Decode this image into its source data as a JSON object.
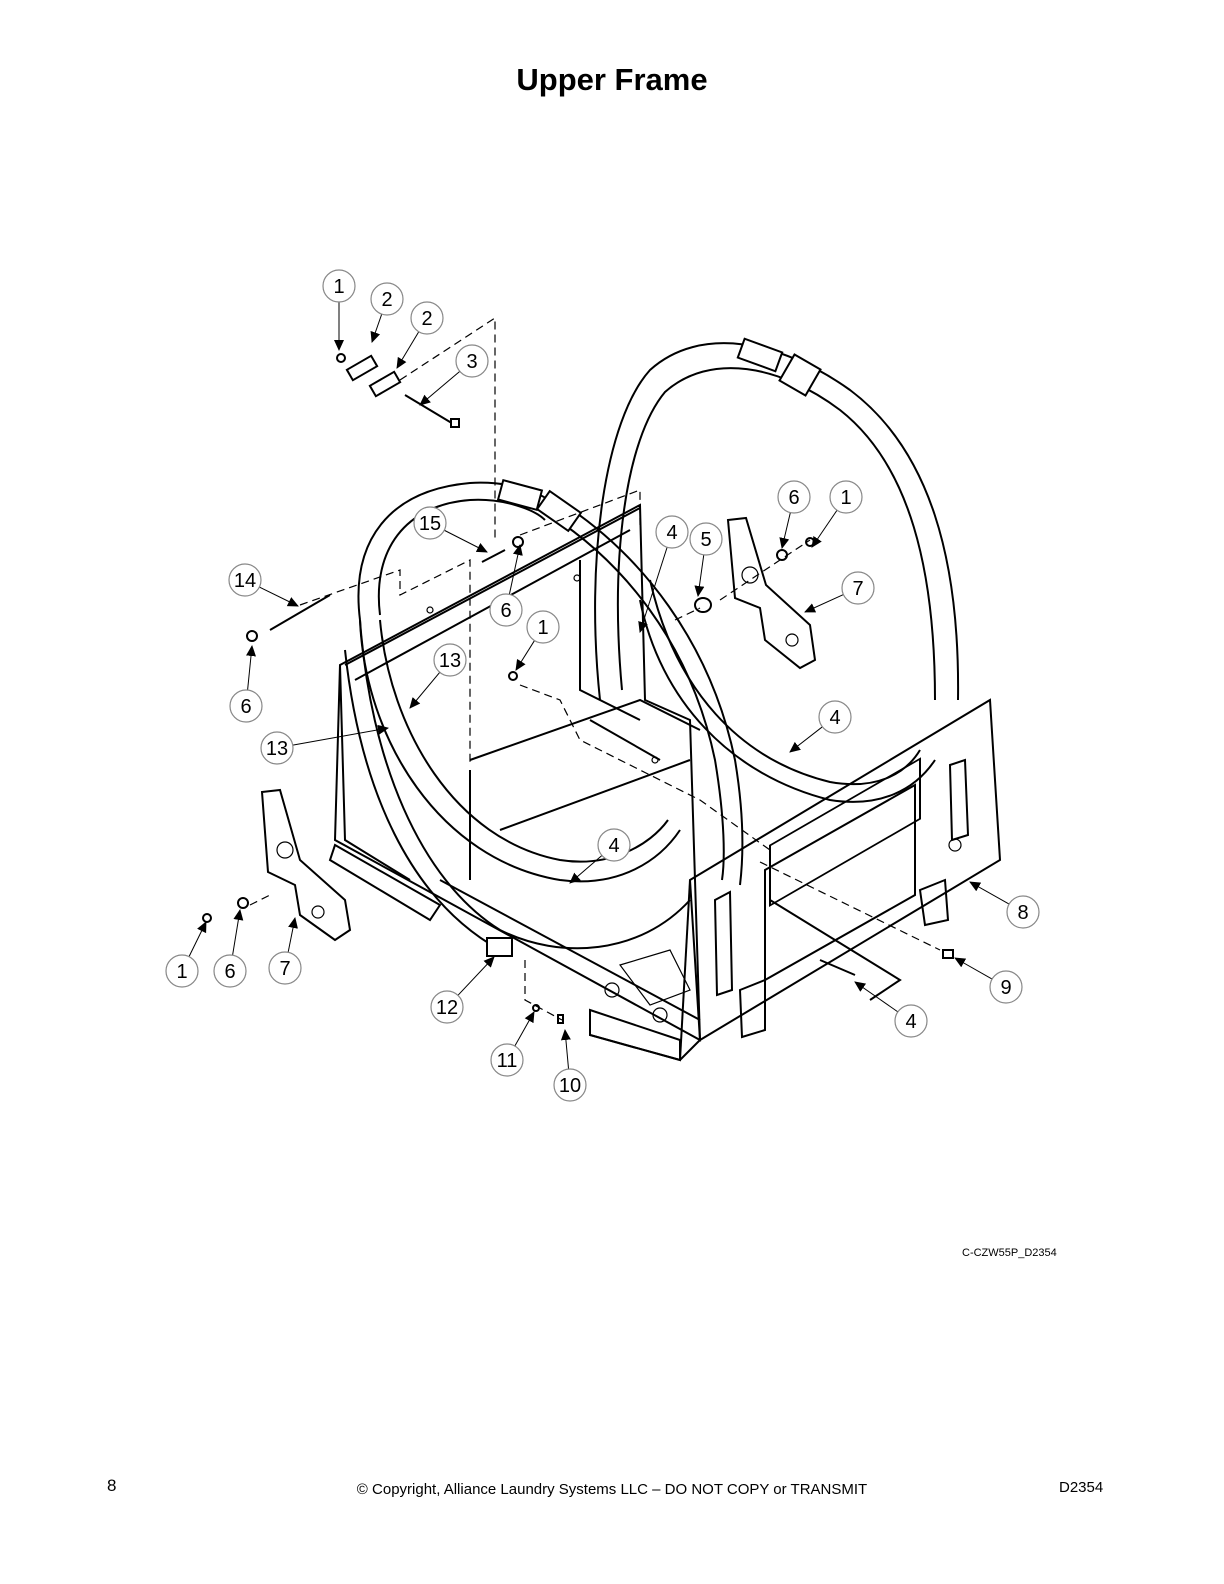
{
  "title": "Upper Frame",
  "figure_code": "C-CZW55P_D2354",
  "footer": {
    "page_number": "8",
    "copyright": "© Copyright, Alliance Laundry Systems LLC – DO NOT COPY or TRANSMIT",
    "doc_id": "D2354"
  },
  "callouts": [
    {
      "label": "1"
    },
    {
      "label": "2"
    },
    {
      "label": "2"
    },
    {
      "label": "3"
    },
    {
      "label": "15"
    },
    {
      "label": "14"
    },
    {
      "label": "6"
    },
    {
      "label": "6"
    },
    {
      "label": "1"
    },
    {
      "label": "13"
    },
    {
      "label": "13"
    },
    {
      "label": "4"
    },
    {
      "label": "5"
    },
    {
      "label": "6"
    },
    {
      "label": "1"
    },
    {
      "label": "7"
    },
    {
      "label": "4"
    },
    {
      "label": "4"
    },
    {
      "label": "8"
    },
    {
      "label": "9"
    },
    {
      "label": "4"
    },
    {
      "label": "12"
    },
    {
      "label": "11"
    },
    {
      "label": "10"
    },
    {
      "label": "1"
    },
    {
      "label": "6"
    },
    {
      "label": "7"
    }
  ]
}
